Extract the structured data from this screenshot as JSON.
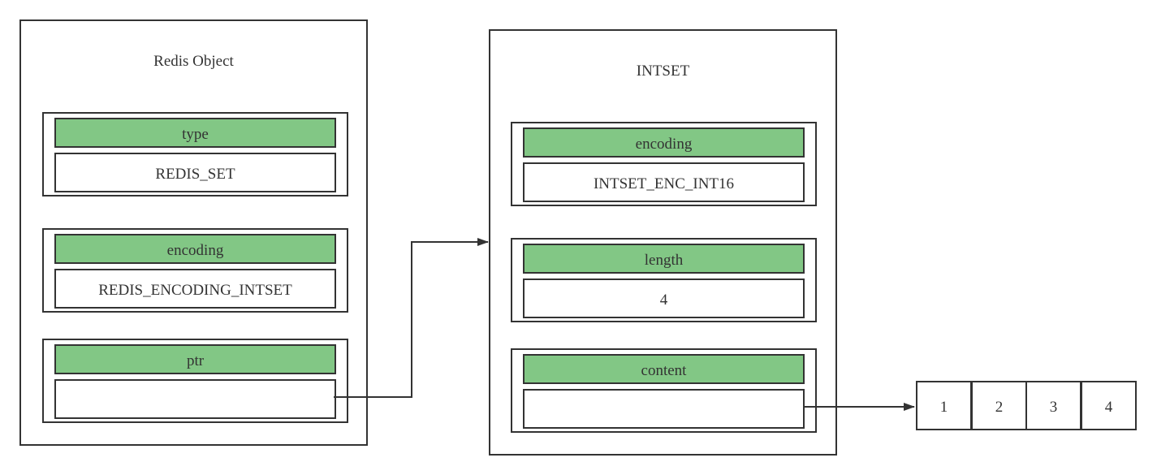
{
  "redis_object": {
    "title": "Redis Object",
    "fields": [
      {
        "header": "type",
        "value": "REDIS_SET"
      },
      {
        "header": "encoding",
        "value": "REDIS_ENCODING_INTSET"
      },
      {
        "header": "ptr",
        "value": ""
      }
    ]
  },
  "intset": {
    "title": "INTSET",
    "fields": [
      {
        "header": "encoding",
        "value": "INTSET_ENC_INT16"
      },
      {
        "header": "length",
        "value": "4"
      },
      {
        "header": "content",
        "value": ""
      }
    ]
  },
  "content_array": [
    "1",
    "2",
    "3",
    "4"
  ],
  "colors": {
    "header_fill": "#82c785",
    "stroke": "#333333"
  }
}
